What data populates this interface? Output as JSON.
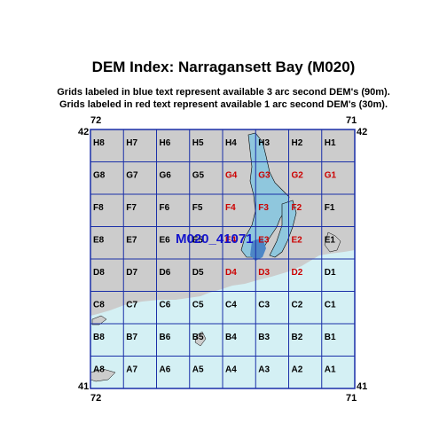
{
  "title": "DEM Index: Narragansett Bay (M020)",
  "subtitle_lines": [
    "Grids labeled in blue text represent available 3 arc second DEM's (90m).",
    "Grids labeled in red text represent available 1 arc second DEM's (30m)."
  ],
  "axis_labels": {
    "top_left_lon": "72",
    "top_right_lon": "71",
    "bottom_left_lon": "72",
    "bottom_right_lon": "71",
    "top_left_lat": "42",
    "top_right_lat": "42",
    "bottom_left_lat": "41",
    "bottom_right_lat": "41"
  },
  "dataset_label": "M020_41071",
  "grid": {
    "rows": [
      "H",
      "G",
      "F",
      "E",
      "D",
      "C",
      "B",
      "A"
    ],
    "cols": [
      "8",
      "7",
      "6",
      "5",
      "4",
      "3",
      "2",
      "1"
    ],
    "red_cells": [
      "G4",
      "G3",
      "G2",
      "G1",
      "F4",
      "F3",
      "F2",
      "E4",
      "E3",
      "E2",
      "D4",
      "D3",
      "D2"
    ]
  },
  "colors": {
    "border": "#1a2fa8",
    "land": "#cccccc",
    "water": "#d4f0f4",
    "bay": "#8fc7dd",
    "bay_dark": "#4d86c6",
    "red_label": "#cc0000",
    "blue_label": "#1414cc",
    "black_label": "#000000"
  }
}
